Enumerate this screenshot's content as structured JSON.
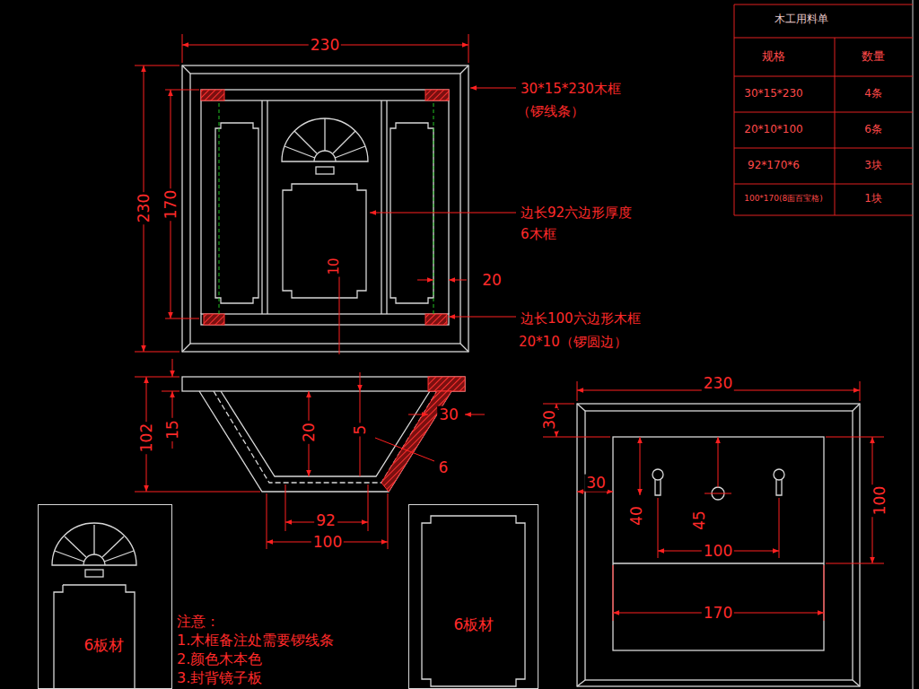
{
  "diagram": {
    "nodes": [
      {
        "text": [
          "6板材"
        ]
      },
      {
        "text": [
          "6板材"
        ]
      }
    ],
    "labels": [
      "230",
      "230",
      "170",
      "30*15*230木框",
      "（锣线条）",
      "边长92六边形厚度",
      "6木框",
      "10",
      "20",
      "边长100六边形木框",
      "20*10（锣圆边）",
      "102",
      "15",
      "20",
      "5",
      "30",
      "6",
      "92",
      "100",
      "230",
      "30",
      "30",
      "40",
      "45",
      "100",
      "100",
      "170",
      "木工用料单",
      "规格",
      "数量",
      "30*15*230",
      "4条",
      "20*10*100",
      "6条",
      "92*170*6",
      "3块",
      "100*170(8面百宝格)",
      "1块",
      "注意：",
      "1.木框备注处需要锣线条",
      "2.颜色木本色",
      "3.封背镜子板"
    ]
  }
}
